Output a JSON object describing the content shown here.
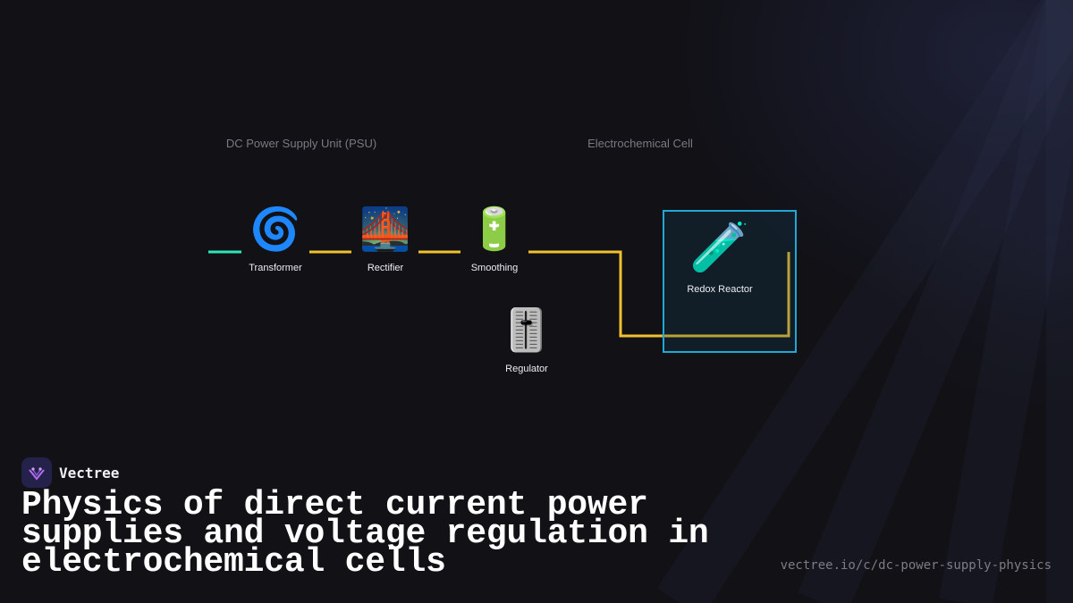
{
  "diagram": {
    "groups": {
      "psu": "DC Power Supply Unit (PSU)",
      "cell": "Electrochemical Cell"
    },
    "nodes": {
      "transformer": {
        "label": "Transformer",
        "icon": "🌀"
      },
      "rectifier": {
        "label": "Rectifier",
        "icon": "🌉"
      },
      "smoothing": {
        "label": "Smoothing",
        "icon": "🔋"
      },
      "regulator": {
        "label": "Regulator",
        "icon": "🎚️"
      },
      "reactor": {
        "label": "Redox Reactor",
        "icon": "🧪"
      }
    },
    "colors": {
      "ac_wire": "#2ee6b6",
      "dc_wire": "#f2c12e",
      "cell_border": "#1fa7d6"
    }
  },
  "brand": {
    "name": "Vectree",
    "logo_icon": "vectree-logo-icon"
  },
  "title": "Physics of direct current power supplies and voltage regulation in electrochemical cells",
  "url": "vectree.io/c/dc-power-supply-physics"
}
